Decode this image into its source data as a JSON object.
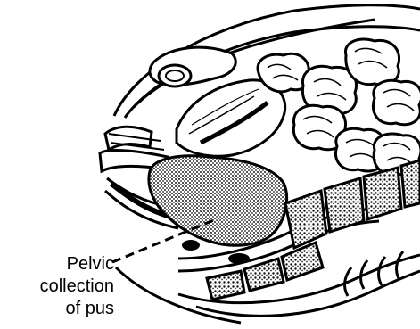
{
  "label": {
    "lines": [
      "Pelvic",
      "collection",
      "of pus"
    ]
  },
  "colors": {
    "ink": "#000000",
    "background": "#ffffff",
    "pus_fill": "#b9b9b9"
  }
}
